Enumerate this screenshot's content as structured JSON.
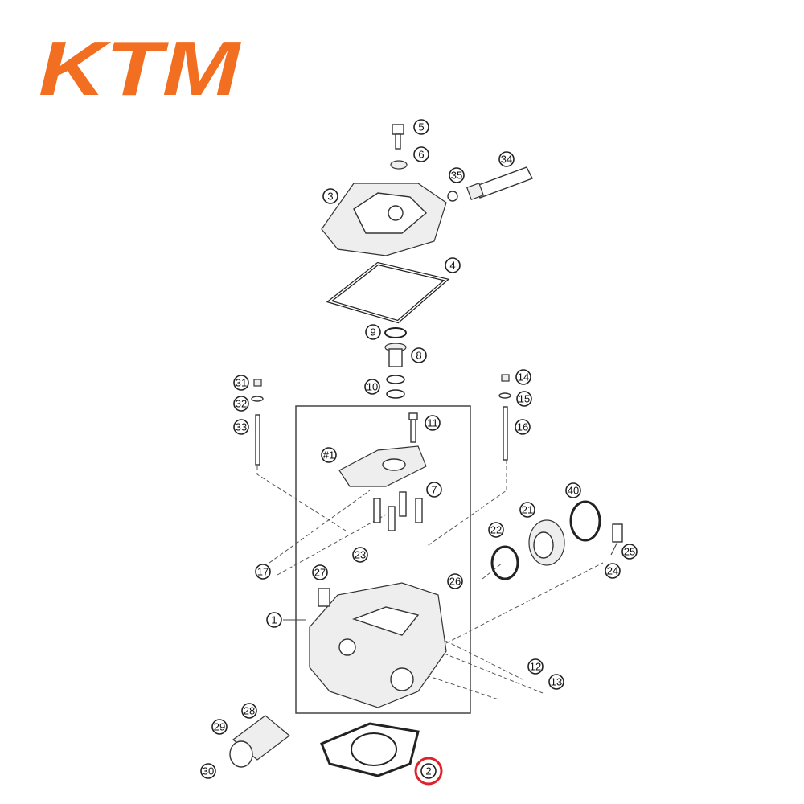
{
  "logo": {
    "text": "KTM",
    "color": "#f26f21"
  },
  "highlight_color": "#e0202a",
  "callouts": [
    {
      "id": "5",
      "label": "5"
    },
    {
      "id": "6",
      "label": "6"
    },
    {
      "id": "35",
      "label": "35"
    },
    {
      "id": "34",
      "label": "34"
    },
    {
      "id": "3",
      "label": "3"
    },
    {
      "id": "4",
      "label": "4"
    },
    {
      "id": "9",
      "label": "9"
    },
    {
      "id": "8",
      "label": "8"
    },
    {
      "id": "10",
      "label": "10"
    },
    {
      "id": "31",
      "label": "31"
    },
    {
      "id": "32",
      "label": "32"
    },
    {
      "id": "33",
      "label": "33"
    },
    {
      "id": "14",
      "label": "14"
    },
    {
      "id": "15",
      "label": "15"
    },
    {
      "id": "16",
      "label": "16"
    },
    {
      "id": "11",
      "label": "11"
    },
    {
      "id": "#1",
      "label": "#1"
    },
    {
      "id": "7",
      "label": "7"
    },
    {
      "id": "40",
      "label": "40"
    },
    {
      "id": "21",
      "label": "21"
    },
    {
      "id": "22",
      "label": "22"
    },
    {
      "id": "25",
      "label": "25"
    },
    {
      "id": "24",
      "label": "24"
    },
    {
      "id": "17",
      "label": "17"
    },
    {
      "id": "23",
      "label": "23"
    },
    {
      "id": "27",
      "label": "27"
    },
    {
      "id": "26",
      "label": "26"
    },
    {
      "id": "1",
      "label": "1"
    },
    {
      "id": "12",
      "label": "12"
    },
    {
      "id": "13",
      "label": "13"
    },
    {
      "id": "28",
      "label": "28"
    },
    {
      "id": "29",
      "label": "29"
    },
    {
      "id": "30",
      "label": "30"
    },
    {
      "id": "2",
      "label": "2",
      "highlighted": true
    }
  ]
}
